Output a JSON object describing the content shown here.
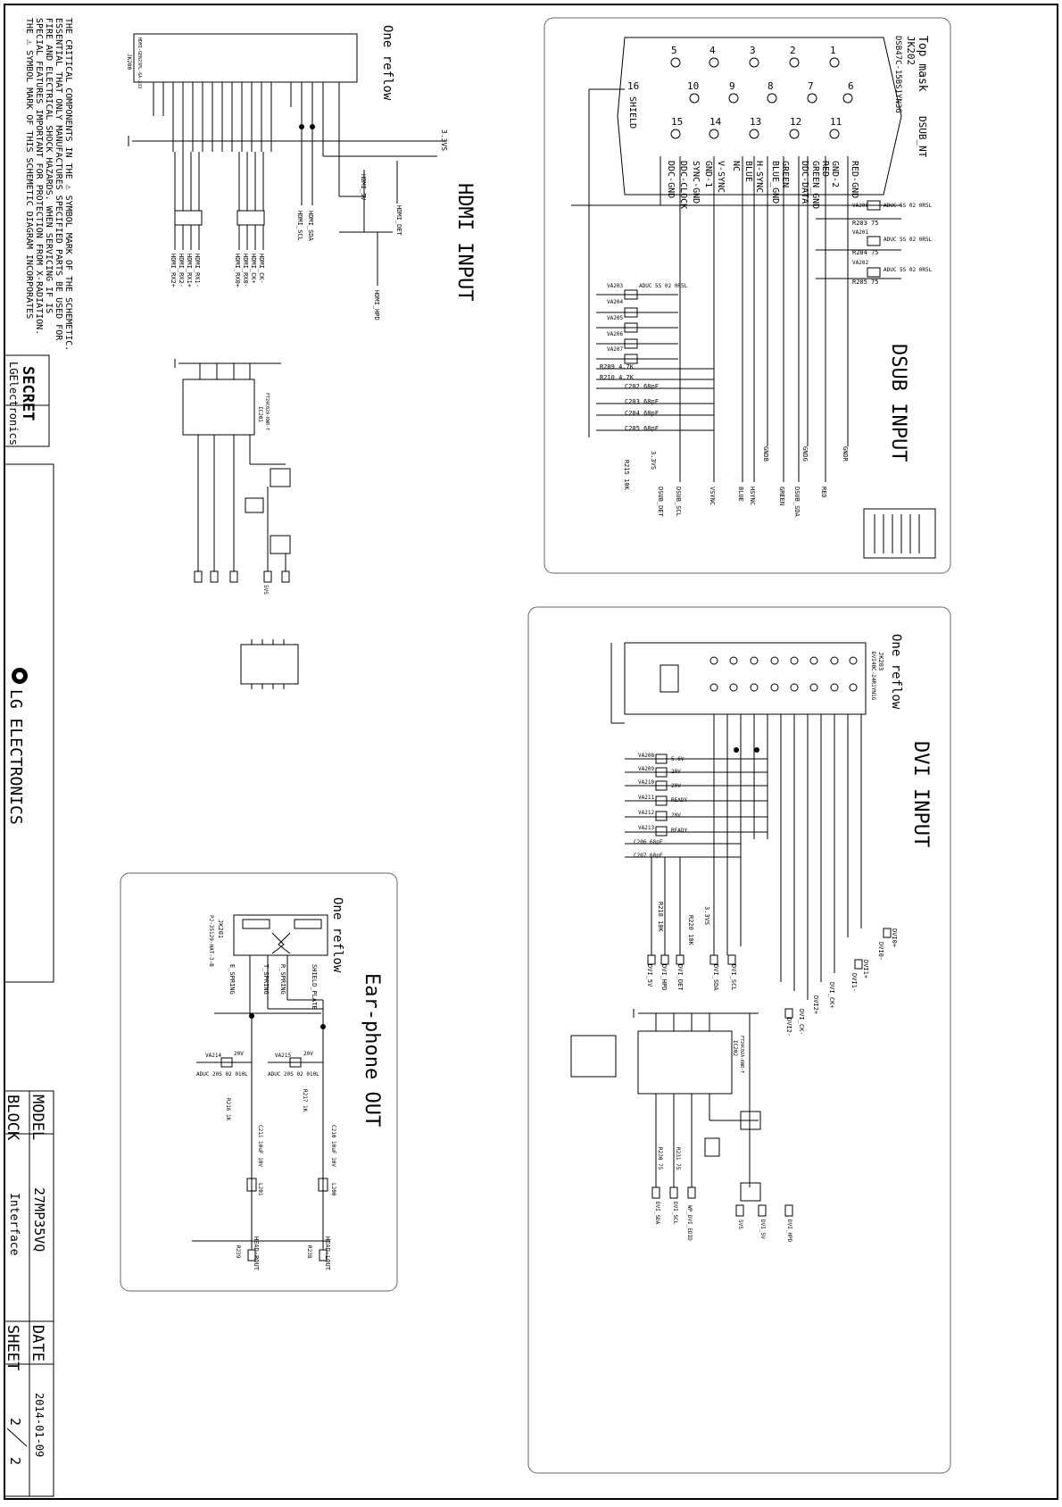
{
  "sections": {
    "hdmi": {
      "title": "HDMI INPUT",
      "note": "One reflow",
      "connector": "JK200",
      "connector_part": "HDMI-GEN23PL-6A-233",
      "eeprom": "IC201",
      "eeprom_part": "FT24C02A-KWR-T",
      "nets": [
        "HDMI_DET",
        "HDMI_HPD",
        "HDMI_SDA",
        "HDMI_SCL",
        "HDMI_5V",
        "HDMI_CK-",
        "HDMI_CK+",
        "HDMI_RX0-",
        "HDMI_RX0+",
        "HDMI_RX1-",
        "HDMI_RX1+",
        "HDMI_RX2-",
        "HDMI_RX2+"
      ],
      "supply": "3.3VS"
    },
    "dsub": {
      "title": "DSUB INPUT",
      "connector": "JK202",
      "connector_part": "DSB47C-15BS1YN3G",
      "connector_note": "Top mask",
      "connector_type": "DSUB_NT",
      "pin_labels": [
        "RED-GND",
        "GND-2",
        "GREEN_GND",
        "RED",
        "BLUE_GND",
        "DDC-DATA",
        "GREEN",
        "H-SYNC",
        "BLUE",
        "NC",
        "V-SYNC",
        "GND-1",
        "SYNC-GND",
        "DDC-CLOCK",
        "DDC-GND",
        "SHIELD"
      ],
      "nets": [
        "RED",
        "DSUB_SDA",
        "GREEN",
        "HSYNC",
        "BLUE",
        "VSYNC",
        "DSUB_SCL",
        "DSUB_DET"
      ],
      "gnd_nets": [
        "GNDR",
        "GNDG",
        "GNDB"
      ],
      "supply": "3.3VS",
      "diodes": [
        "VA200",
        "VA201",
        "VA202",
        "VA203",
        "VA204",
        "VA205",
        "VA206",
        "VA207"
      ],
      "diode_part": "ADUC 5S 02 0R5L",
      "resistors": [
        "R203 75",
        "R204 75",
        "R205 75",
        "R209 4.7K",
        "R210 4.7K",
        "R215 10K"
      ],
      "capacitors": [
        "C202 68pF",
        "C203 68pF",
        "C204 68pF",
        "C205 68pF"
      ]
    },
    "dvi": {
      "title": "DVI INPUT",
      "note": "One reflow",
      "connector": "JK203",
      "connector_part": "DVI40C-24R1YN1G",
      "eeprom": "IC202",
      "eeprom_part": "FT24C02A-KWR-T",
      "nets": [
        "DVI_5V",
        "DVI_DET",
        "DVI_SDA",
        "DVI_SCL",
        "DVI_HPD",
        "DVI_CK+",
        "DVI_CK-",
        "DVI0+",
        "DVI0-",
        "DVI1+",
        "DVI1-",
        "DVI2+",
        "DVI2-",
        "WP_DVI_EDID",
        "5VS"
      ],
      "supply": "3.3VS",
      "diodes": [
        "VA208",
        "VA209",
        "VA210",
        "VA211",
        "VA212",
        "VA213"
      ],
      "diode_labels": [
        "5.6V",
        "20V",
        "20V",
        "READY",
        "20V",
        "READY"
      ],
      "capacitors": [
        "C206 68pF",
        "C207 68pF"
      ],
      "resistors": [
        "R218 10K",
        "R220 10K",
        "R230 75",
        "R231 75"
      ]
    },
    "earphone": {
      "title": "Ear-phone OUT",
      "note": "One reflow",
      "connector": "JK201",
      "connector_part": "PJ-35129-HAT-3-B",
      "pins": [
        "E_SPRING",
        "T_SPRING",
        "R_SPRING",
        "SHIELD_PLATE"
      ],
      "nets": [
        "HEAD-ROUT",
        "HEAD-LOUT"
      ],
      "diodes": [
        "VA214",
        "VA215"
      ],
      "diode_part": "ADUC 20S 02 010L",
      "diode_rating": "20V",
      "parts": [
        "R216 1K",
        "R217 1K",
        "C210 10uF 10V",
        "C211 10uF 10V",
        "L200",
        "L201",
        "R238",
        "R239"
      ]
    }
  },
  "warning": [
    "THE ⚠ SYMBOL MARK OF THIS SCHEMETIC DIAGRAM INCORPORATES",
    "SPECIAL FEATURES IMPORTANT FOR PROTECTION FROM X-RADIATION.",
    "FIRE AND ELECTRICAL SHOCK HAZARDS. WHEN SERVICING IF IS",
    "ESSENTIAL THAT ONLY MANUFACTURES SPECIFIED PARTS BE USED FOR",
    "THE CRITICAL COMPONENTS IN THE ⚠ SYMBOL MARK OF THE SCHEMETIC."
  ],
  "secret": "SECRET",
  "lg_small": "LGElectronics",
  "lg_logo_text": "LG ELECTRONICS",
  "title_block": {
    "model_label": "MODEL",
    "model": "27MP35VQ",
    "block_label": "BLOCK",
    "block": "Interface",
    "date_label": "DATE",
    "date": "2014-01-09",
    "sheet_label": "SHEET",
    "sheet_num": "2",
    "sheet_total": "2"
  }
}
